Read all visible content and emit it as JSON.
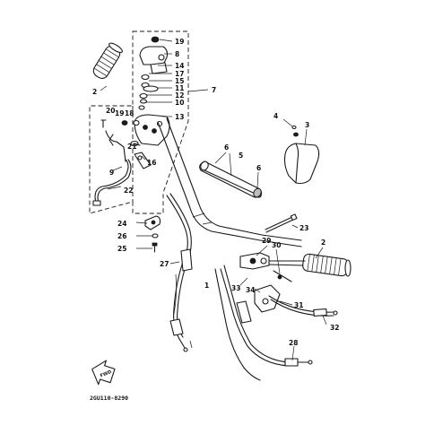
{
  "diagram": {
    "drawing_code": "2GU110-8290",
    "fwd_label": "FWD",
    "callouts": [
      {
        "id": "1",
        "label": "1"
      },
      {
        "id": "2a",
        "label": "2"
      },
      {
        "id": "2b",
        "label": "2"
      },
      {
        "id": "3",
        "label": "3"
      },
      {
        "id": "4",
        "label": "4"
      },
      {
        "id": "5",
        "label": "5"
      },
      {
        "id": "6a",
        "label": "6"
      },
      {
        "id": "6b",
        "label": "6"
      },
      {
        "id": "7",
        "label": "7"
      },
      {
        "id": "8",
        "label": "8"
      },
      {
        "id": "9",
        "label": "9"
      },
      {
        "id": "10",
        "label": "10"
      },
      {
        "id": "11",
        "label": "11"
      },
      {
        "id": "12",
        "label": "12"
      },
      {
        "id": "13",
        "label": "13"
      },
      {
        "id": "14",
        "label": "14"
      },
      {
        "id": "15",
        "label": "15"
      },
      {
        "id": "16",
        "label": "16"
      },
      {
        "id": "17",
        "label": "17"
      },
      {
        "id": "18",
        "label": "18"
      },
      {
        "id": "19a",
        "label": "19"
      },
      {
        "id": "19b",
        "label": "19"
      },
      {
        "id": "20",
        "label": "20"
      },
      {
        "id": "21",
        "label": "21"
      },
      {
        "id": "22",
        "label": "22"
      },
      {
        "id": "23",
        "label": "23"
      },
      {
        "id": "24",
        "label": "24"
      },
      {
        "id": "25",
        "label": "25"
      },
      {
        "id": "26",
        "label": "26"
      },
      {
        "id": "27",
        "label": "27"
      },
      {
        "id": "28",
        "label": "28"
      },
      {
        "id": "29",
        "label": "29"
      },
      {
        "id": "30",
        "label": "30"
      },
      {
        "id": "31",
        "label": "31"
      },
      {
        "id": "32",
        "label": "32"
      },
      {
        "id": "33",
        "label": "33"
      },
      {
        "id": "34",
        "label": "34"
      }
    ]
  }
}
